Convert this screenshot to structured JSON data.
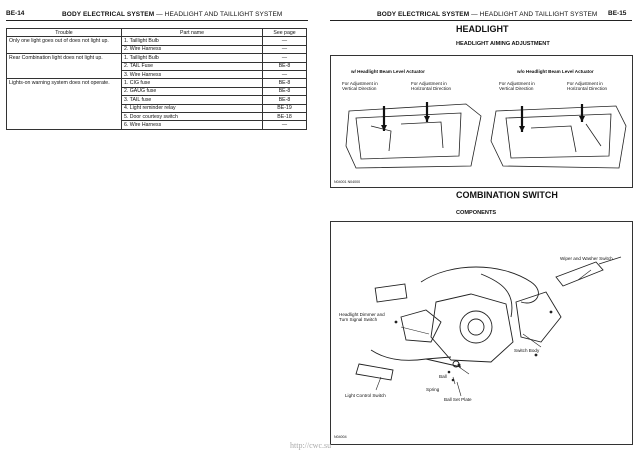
{
  "left_page": {
    "page_number": "BE-14",
    "header_title": "BODY ELECTRICAL SYSTEM",
    "header_dash": "—",
    "header_subtitle": "HEADLIGHT AND TAILLIGHT SYSTEM",
    "table": {
      "headers": [
        "Trouble",
        "Part name",
        "See page"
      ],
      "groups": [
        {
          "trouble": "Only one light goes out of does not light up.",
          "rows": [
            [
              "1. Taillight Bulb",
              "—"
            ],
            [
              "2. Wire Harness",
              "—"
            ]
          ]
        },
        {
          "trouble": "Rear Combination light does not light up.",
          "rows": [
            [
              "1. Taillight Bulb",
              "—"
            ],
            [
              "2. TAIL Fuse",
              "BE-8"
            ],
            [
              "3. Wire Harness",
              "—"
            ]
          ]
        },
        {
          "trouble": "Lights-on warning system does not operate.",
          "rows": [
            [
              "1. CIG fuse",
              "BE-8"
            ],
            [
              "2. GAUG fuse",
              "BE-8"
            ],
            [
              "3. TAIL fuse",
              "BE-8"
            ],
            [
              "4. Light reminder relay",
              "BE-19"
            ],
            [
              "5. Door courtesy switch",
              "BE-18"
            ],
            [
              "6. Wire Harness",
              "—"
            ]
          ]
        }
      ]
    }
  },
  "right_page": {
    "page_number": "BE-15",
    "header_title": "BODY ELECTRICAL SYSTEM",
    "header_dash": "—",
    "header_subtitle": "HEADLIGHT AND TAILLIGHT SYSTEM",
    "section1_title": "HEADLIGHT",
    "section1_subtitle": "HEADLIGHT AIMING ADJUSTMENT",
    "aiming_figure": {
      "left_caption": "w/ Headlight Beam Level Actuator",
      "right_caption": "w/o Headlight Beam Level Actuator",
      "left_label_vertical": "For Adjustment in Vertical Direction",
      "left_label_horizontal": "For Adjustment in Horizontal Direction",
      "right_label_vertical": "For Adjustment in Vertical Direction",
      "right_label_horizontal": "For Adjustment in Horizontal Direction",
      "code": "N04001 N04000"
    },
    "section2_title": "COMBINATION SWITCH",
    "section2_subtitle": "COMPONENTS",
    "components_figure": {
      "labels": {
        "wiper": "Wiper and Washer Switch",
        "dimmer": "Headlight Dimmer and Turn Signal Switch",
        "body": "Switch Body",
        "ball": "Ball",
        "spring": "Spring",
        "light_control": "Light Control Switch",
        "ball_set_plate": "Ball Set Plate"
      },
      "code": "N04004"
    }
  },
  "footer_url": "http://cwc.su"
}
